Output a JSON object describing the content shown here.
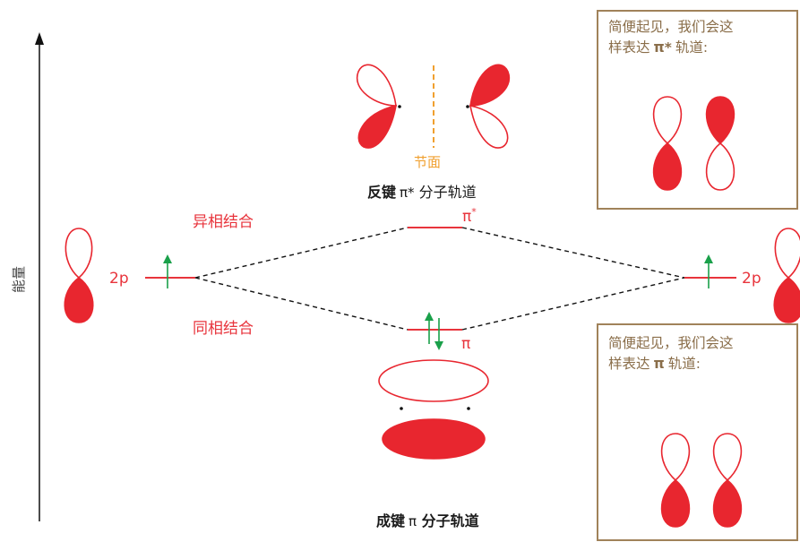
{
  "energy_axis": {
    "label": "能量"
  },
  "levels": {
    "left_2p": "2p",
    "right_2p": "2p",
    "pi_star": "π",
    "pi_star_sup": "*",
    "pi": "π"
  },
  "combinations": {
    "out_of_phase": "异相结合",
    "in_phase": "同相结合"
  },
  "antibonding": {
    "node_label": "节面",
    "title_bold": "反键",
    "title_pi": "π*",
    "title_rest": " 分子轨道"
  },
  "bonding": {
    "title_bold": "成键",
    "title_pi": "π",
    "title_rest": " 分子轨道"
  },
  "note_antibonding": {
    "line1": "简便起见，我们会这",
    "line2_a": "样表达",
    "line2_pi": "π*",
    "line2_b": "轨道:"
  },
  "note_bonding": {
    "line1": "简便起见，我们会这",
    "line2_a": "样表达",
    "line2_pi": "π",
    "line2_b": "轨道:"
  },
  "colors": {
    "orbital_red": "#e8262f",
    "level_red": "#e8343c",
    "electron_green": "#1aa04a",
    "node_orange": "#f0a030",
    "box_border": "#a0825a",
    "box_text": "#8a6e4a"
  }
}
